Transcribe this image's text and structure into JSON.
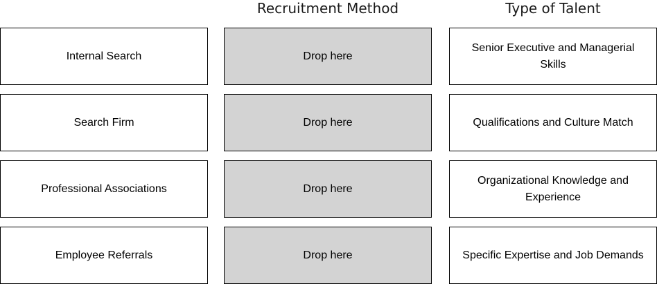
{
  "headers": {
    "recruitment_method": "Recruitment Method",
    "type_of_talent": "Type of Talent"
  },
  "draggables": [
    {
      "label": "Internal Search"
    },
    {
      "label": "Search Firm"
    },
    {
      "label": "Professional Associations"
    },
    {
      "label": "Employee Referrals"
    }
  ],
  "drop_zones": [
    {
      "label": "Drop here"
    },
    {
      "label": "Drop here"
    },
    {
      "label": "Drop here"
    },
    {
      "label": "Drop here"
    }
  ],
  "talent_types": [
    {
      "label": "Senior Executive and Managerial Skills"
    },
    {
      "label": "Qualifications and Culture Match"
    },
    {
      "label": "Organizational Knowledge and Experience"
    },
    {
      "label": "Specific Expertise and Job Demands"
    }
  ],
  "colors": {
    "drop_zone_fill": "#d3d3d3",
    "border": "#000000",
    "background": "#ffffff"
  }
}
